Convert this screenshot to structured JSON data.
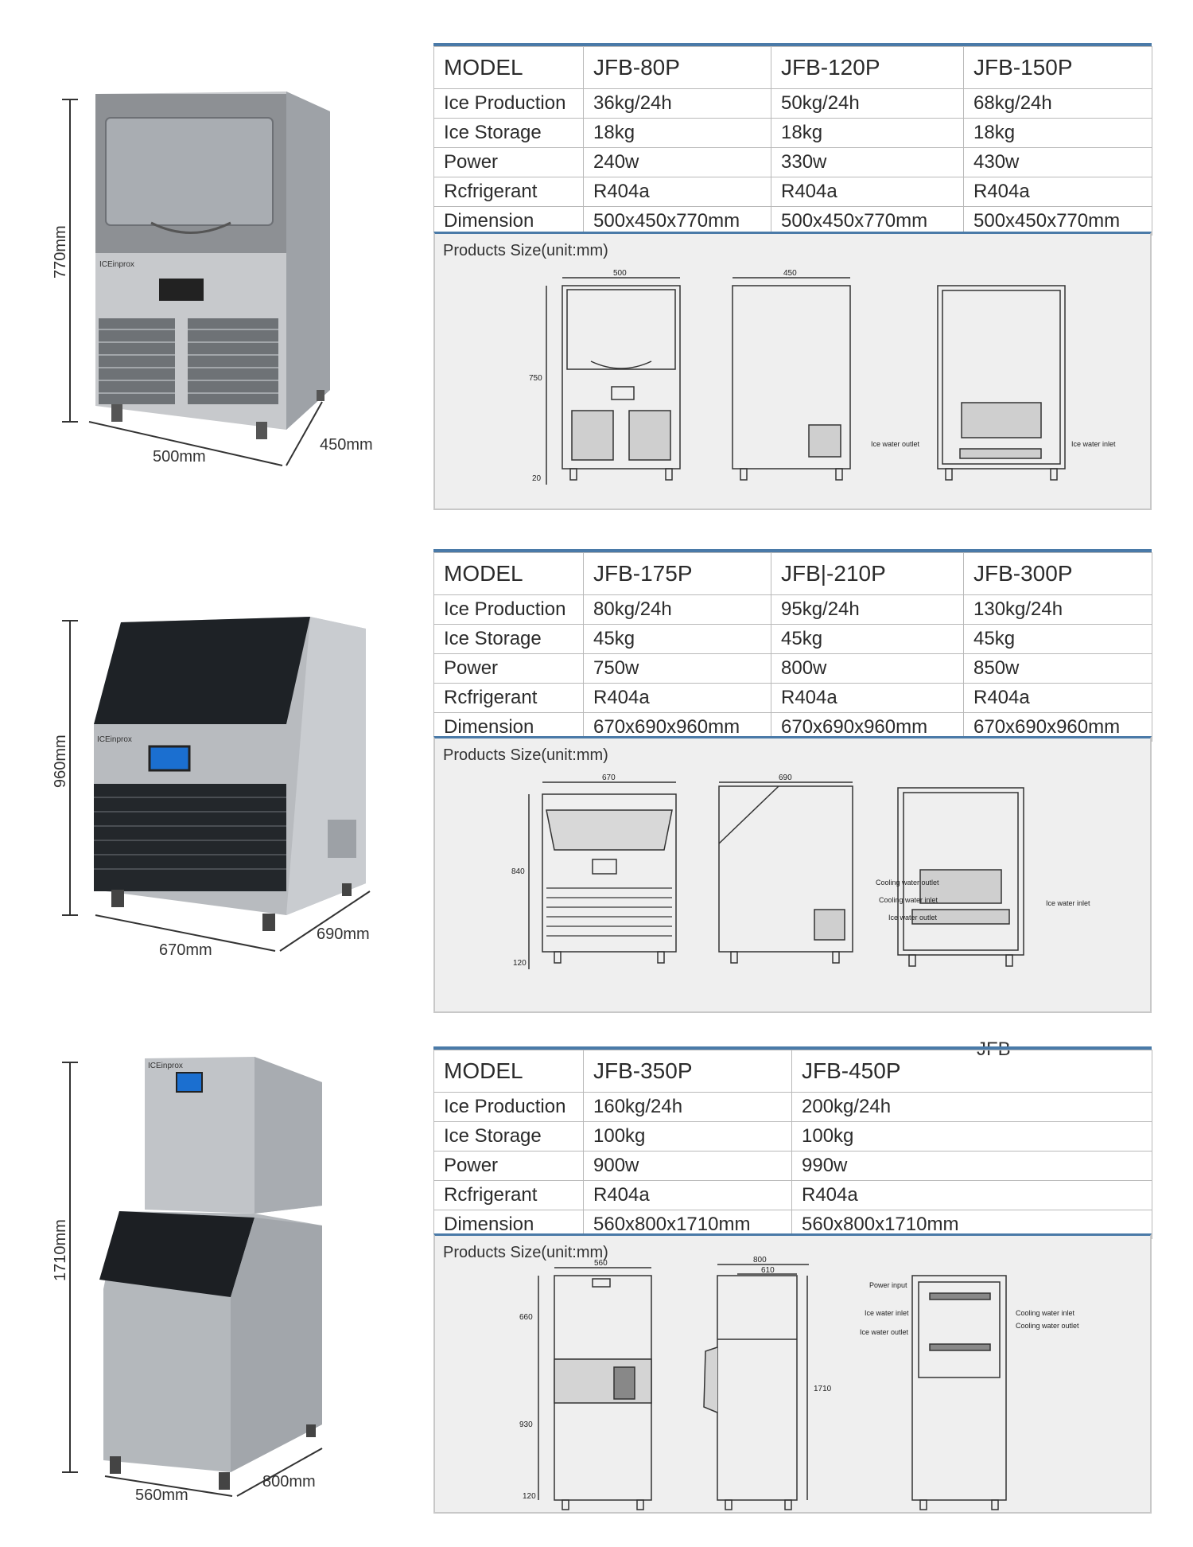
{
  "common": {
    "row_labels": {
      "model": "MODEL",
      "ice_production": "Ice Production",
      "ice_storage": "Ice Storage",
      "power": "Power",
      "refrigerant": "Rcfrigerant",
      "dimension": "Dimension"
    },
    "products_size_caption": "Products Size(unit:mm)"
  },
  "brand_logo": "ICEinprox",
  "sections": [
    {
      "photo_dims": {
        "height": "770mm",
        "width": "500mm",
        "depth": "450mm"
      },
      "models": [
        {
          "model": "JFB-80P",
          "ice_production": "36kg/24h",
          "ice_storage": "18kg",
          "power": "240w",
          "refrigerant": "R404a",
          "dimension": "500x450x770mm"
        },
        {
          "model": "JFB-120P",
          "ice_production": "50kg/24h",
          "ice_storage": "18kg",
          "power": "330w",
          "refrigerant": "R404a",
          "dimension": "500x450x770mm"
        },
        {
          "model": "JFB-150P",
          "ice_production": "68kg/24h",
          "ice_storage": "18kg",
          "power": "430w",
          "refrigerant": "R404a",
          "dimension": "500x450x770mm"
        }
      ],
      "drawing": {
        "front_width": "500",
        "side_depth": "450",
        "height": "750",
        "leg": "20",
        "labels": {
          "outlet": "Ice water outlet",
          "inlet": "Ice water inlet"
        }
      }
    },
    {
      "photo_dims": {
        "height": "960mm",
        "width": "670mm",
        "depth": "690mm"
      },
      "models": [
        {
          "model": "JFB-175P",
          "ice_production": "80kg/24h",
          "ice_storage": "45kg",
          "power": "750w",
          "refrigerant": "R404a",
          "dimension": "670x690x960mm"
        },
        {
          "model": "JFB|-210P",
          "ice_production": "95kg/24h",
          "ice_storage": "45kg",
          "power": "800w",
          "refrigerant": "R404a",
          "dimension": "670x690x960mm"
        },
        {
          "model": "JFB-300P",
          "ice_production": "130kg/24h",
          "ice_storage": "45kg",
          "power": "850w",
          "refrigerant": "R404a",
          "dimension": "670x690x960mm"
        }
      ],
      "drawing": {
        "front_width": "670",
        "side_depth": "690",
        "height": "840",
        "leg": "120",
        "labels": {
          "cooling_outlet": "Cooling water outlet",
          "cooling_inlet": "Cooling water inlet",
          "ice_outlet": "Ice water outlet",
          "ice_inlet": "Ice water inlet"
        }
      }
    },
    {
      "photo_dims": {
        "height": "1710mm",
        "width": "560mm",
        "depth": "800mm"
      },
      "header_mark": "JFB",
      "models": [
        {
          "model": "JFB-350P",
          "ice_production": "160kg/24h",
          "ice_storage": "100kg",
          "power": "900w",
          "refrigerant": "R404a",
          "dimension": "560x800x1710mm"
        },
        {
          "model": "JFB-450P",
          "ice_production": "200kg/24h",
          "ice_storage": "100kg",
          "power": "990w",
          "refrigerant": "R404a",
          "dimension": "560x800x1710mm"
        }
      ],
      "drawing": {
        "front_width": "560",
        "side_depth": "800",
        "side_inner": "610",
        "top_h": "660",
        "bottom_h": "930",
        "leg": "120",
        "total": "1710",
        "labels": {
          "power": "Power input",
          "ice_inlet": "Ice water inlet",
          "ice_outlet": "Ice water outlet",
          "cooling_inlet": "Cooling water inlet",
          "cooling_outlet": "Cooling water outlet"
        }
      }
    }
  ]
}
